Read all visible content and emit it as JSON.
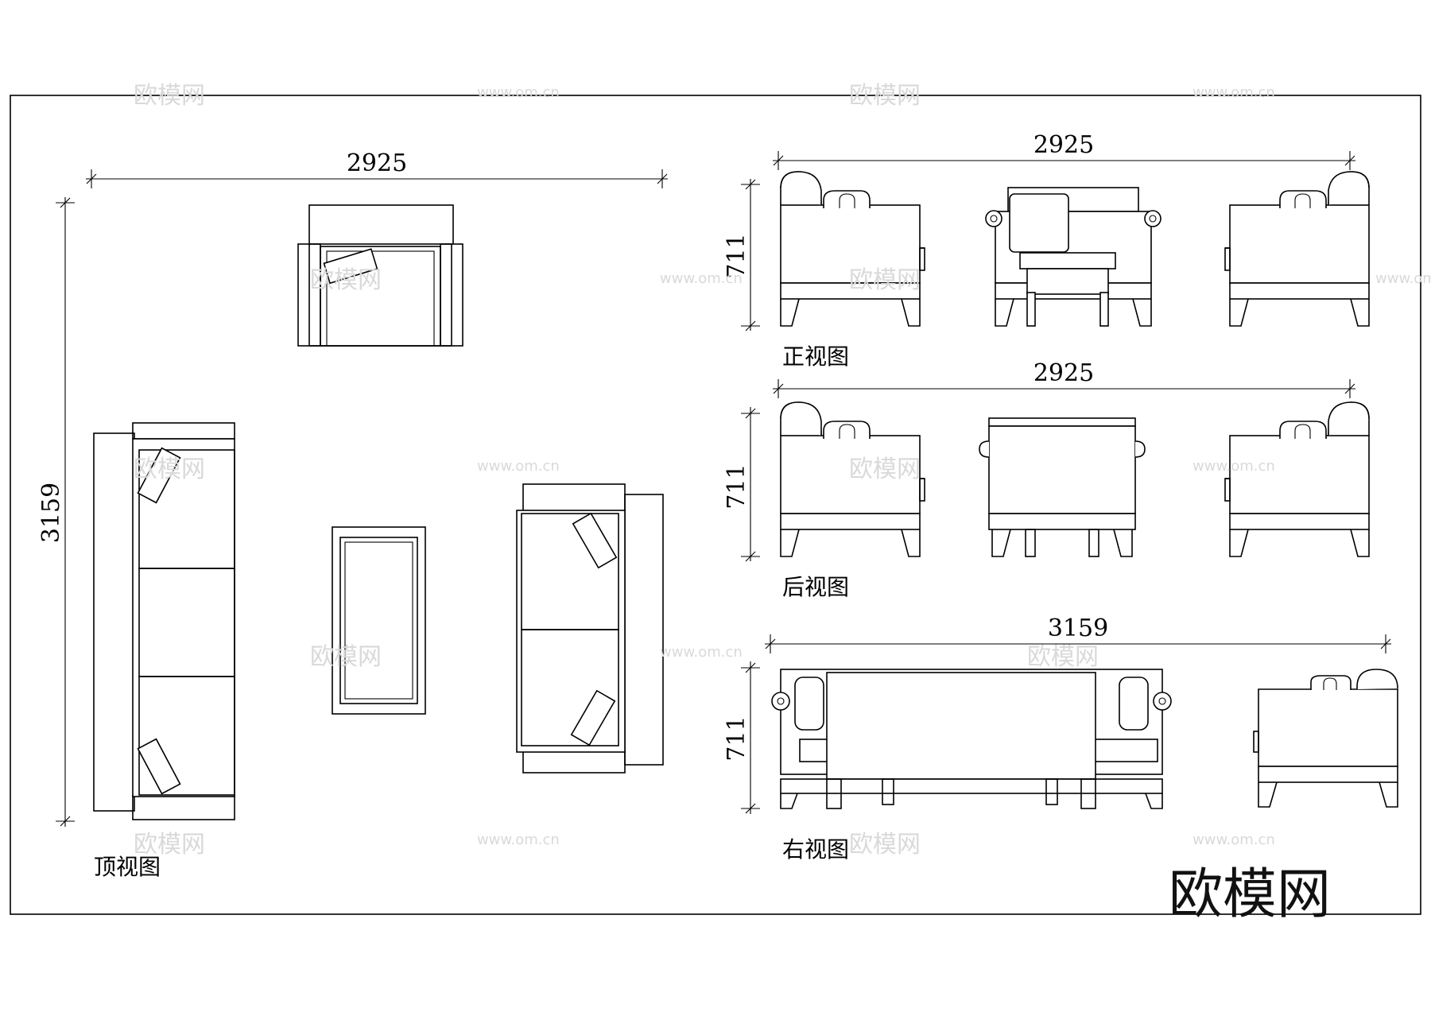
{
  "dimensions": {
    "top_width": "2925",
    "top_depth": "3159",
    "front_width": "2925",
    "front_height": "711",
    "back_width": "2925",
    "back_height": "711",
    "side_width": "3159",
    "side_height": "711"
  },
  "views": {
    "top": "顶视图",
    "front": "正视图",
    "back": "后视图",
    "right": "右视图"
  },
  "watermark": {
    "logo": "欧模网",
    "url": "www.om.cn"
  },
  "brand_logo": "欧模网"
}
